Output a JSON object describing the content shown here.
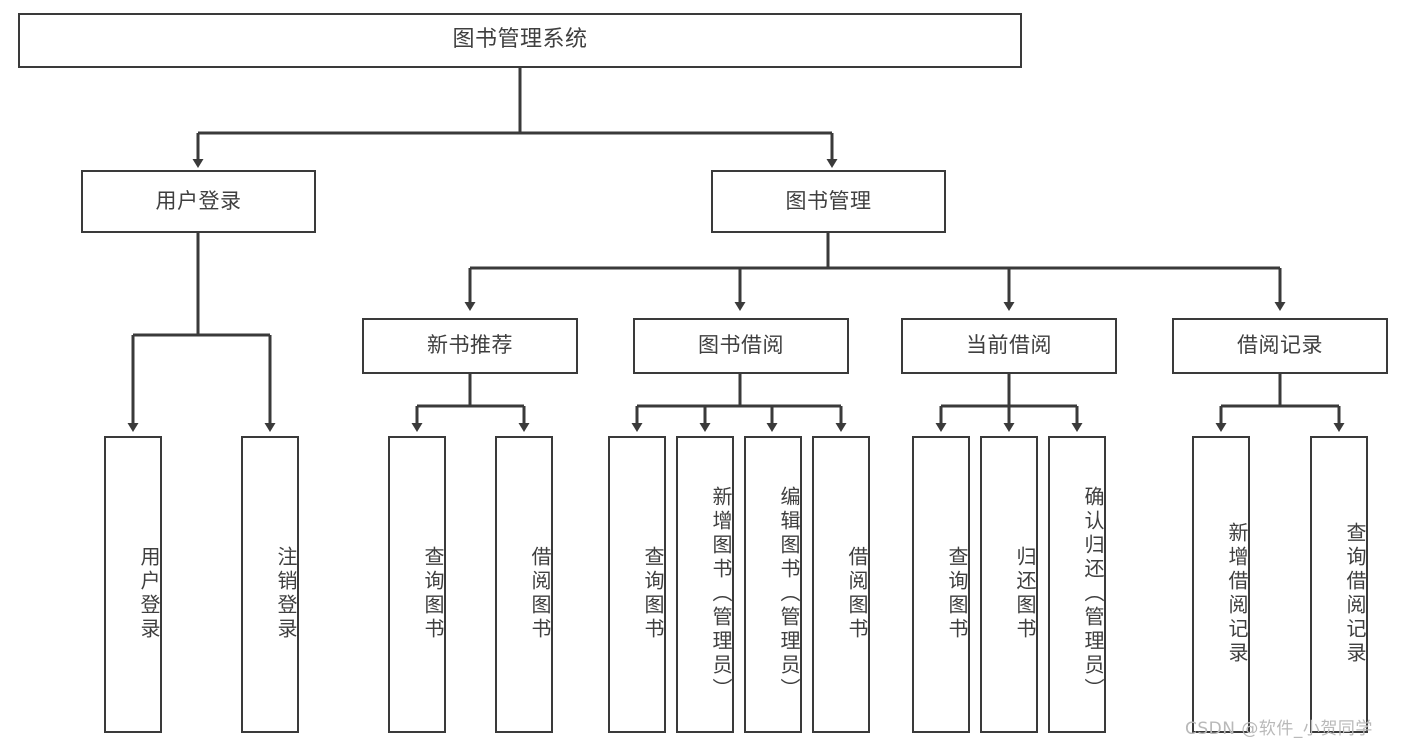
{
  "diagram": {
    "type": "tree-hierarchy",
    "title": "图书管理系统",
    "orientation": "top-down",
    "edge_color": "#3a3a3a",
    "node_border_color": "#3a3a3a",
    "node_fill_color": "#ffffff",
    "text_color": "#3f3f3f"
  },
  "root": {
    "label": "图书管理系统"
  },
  "level2": [
    {
      "label": "用户登录"
    },
    {
      "label": "图书管理"
    }
  ],
  "level3": [
    {
      "label": "新书推荐"
    },
    {
      "label": "图书借阅"
    },
    {
      "label": "当前借阅"
    },
    {
      "label": "借阅记录"
    }
  ],
  "leaves": {
    "user_login": [
      {
        "label": "用户登录"
      },
      {
        "label": "注销登录"
      }
    ],
    "new_book": [
      {
        "label": "查询图书"
      },
      {
        "label": "借阅图书"
      }
    ],
    "book_borrow": [
      {
        "label": "查询图书"
      },
      {
        "label": "新增图书（管理员）"
      },
      {
        "label": "编辑图书（管理员）"
      },
      {
        "label": "借阅图书"
      }
    ],
    "current_borrow": [
      {
        "label": "查询图书"
      },
      {
        "label": "归还图书"
      },
      {
        "label": "确认归还（管理员）"
      }
    ],
    "borrow_record": [
      {
        "label": "新增借阅记录"
      },
      {
        "label": "查询借阅记录"
      }
    ]
  },
  "watermark": {
    "text": "CSDN @软件_小贺同学"
  }
}
